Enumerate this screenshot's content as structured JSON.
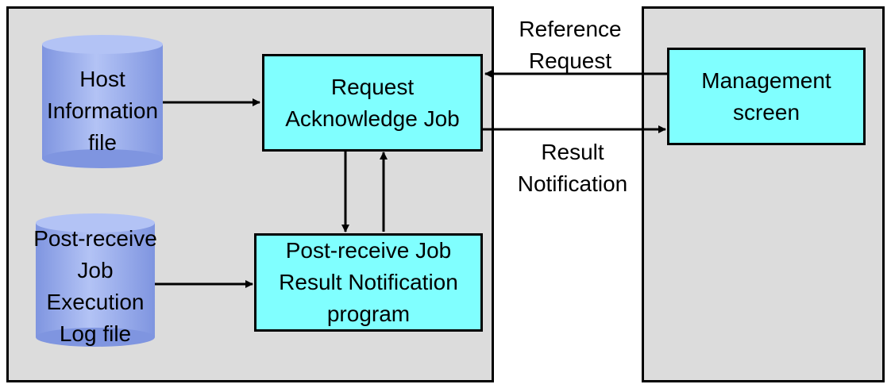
{
  "left_panel": {},
  "right_panel": {},
  "host_info_file": {
    "label": "Host\nInformation\nfile"
  },
  "post_receive_log_file": {
    "label": "Post-receive\nJob\nExecution\nLog file"
  },
  "request_ack_job": {
    "label": "Request\nAcknowledge Job"
  },
  "post_receive_program": {
    "label": "Post-receive Job\nResult Notification\nprogram"
  },
  "management_screen": {
    "label": "Management\nscreen"
  },
  "edges": {
    "reference_request": {
      "label": "Reference\nRequest"
    },
    "result_notification": {
      "label": "Result\nNotification"
    }
  },
  "colors": {
    "panel_fill": "#dcdcdc",
    "box_fill": "#80ffff",
    "cylinder_fill": "#9bb0ee",
    "line": "#000000"
  }
}
